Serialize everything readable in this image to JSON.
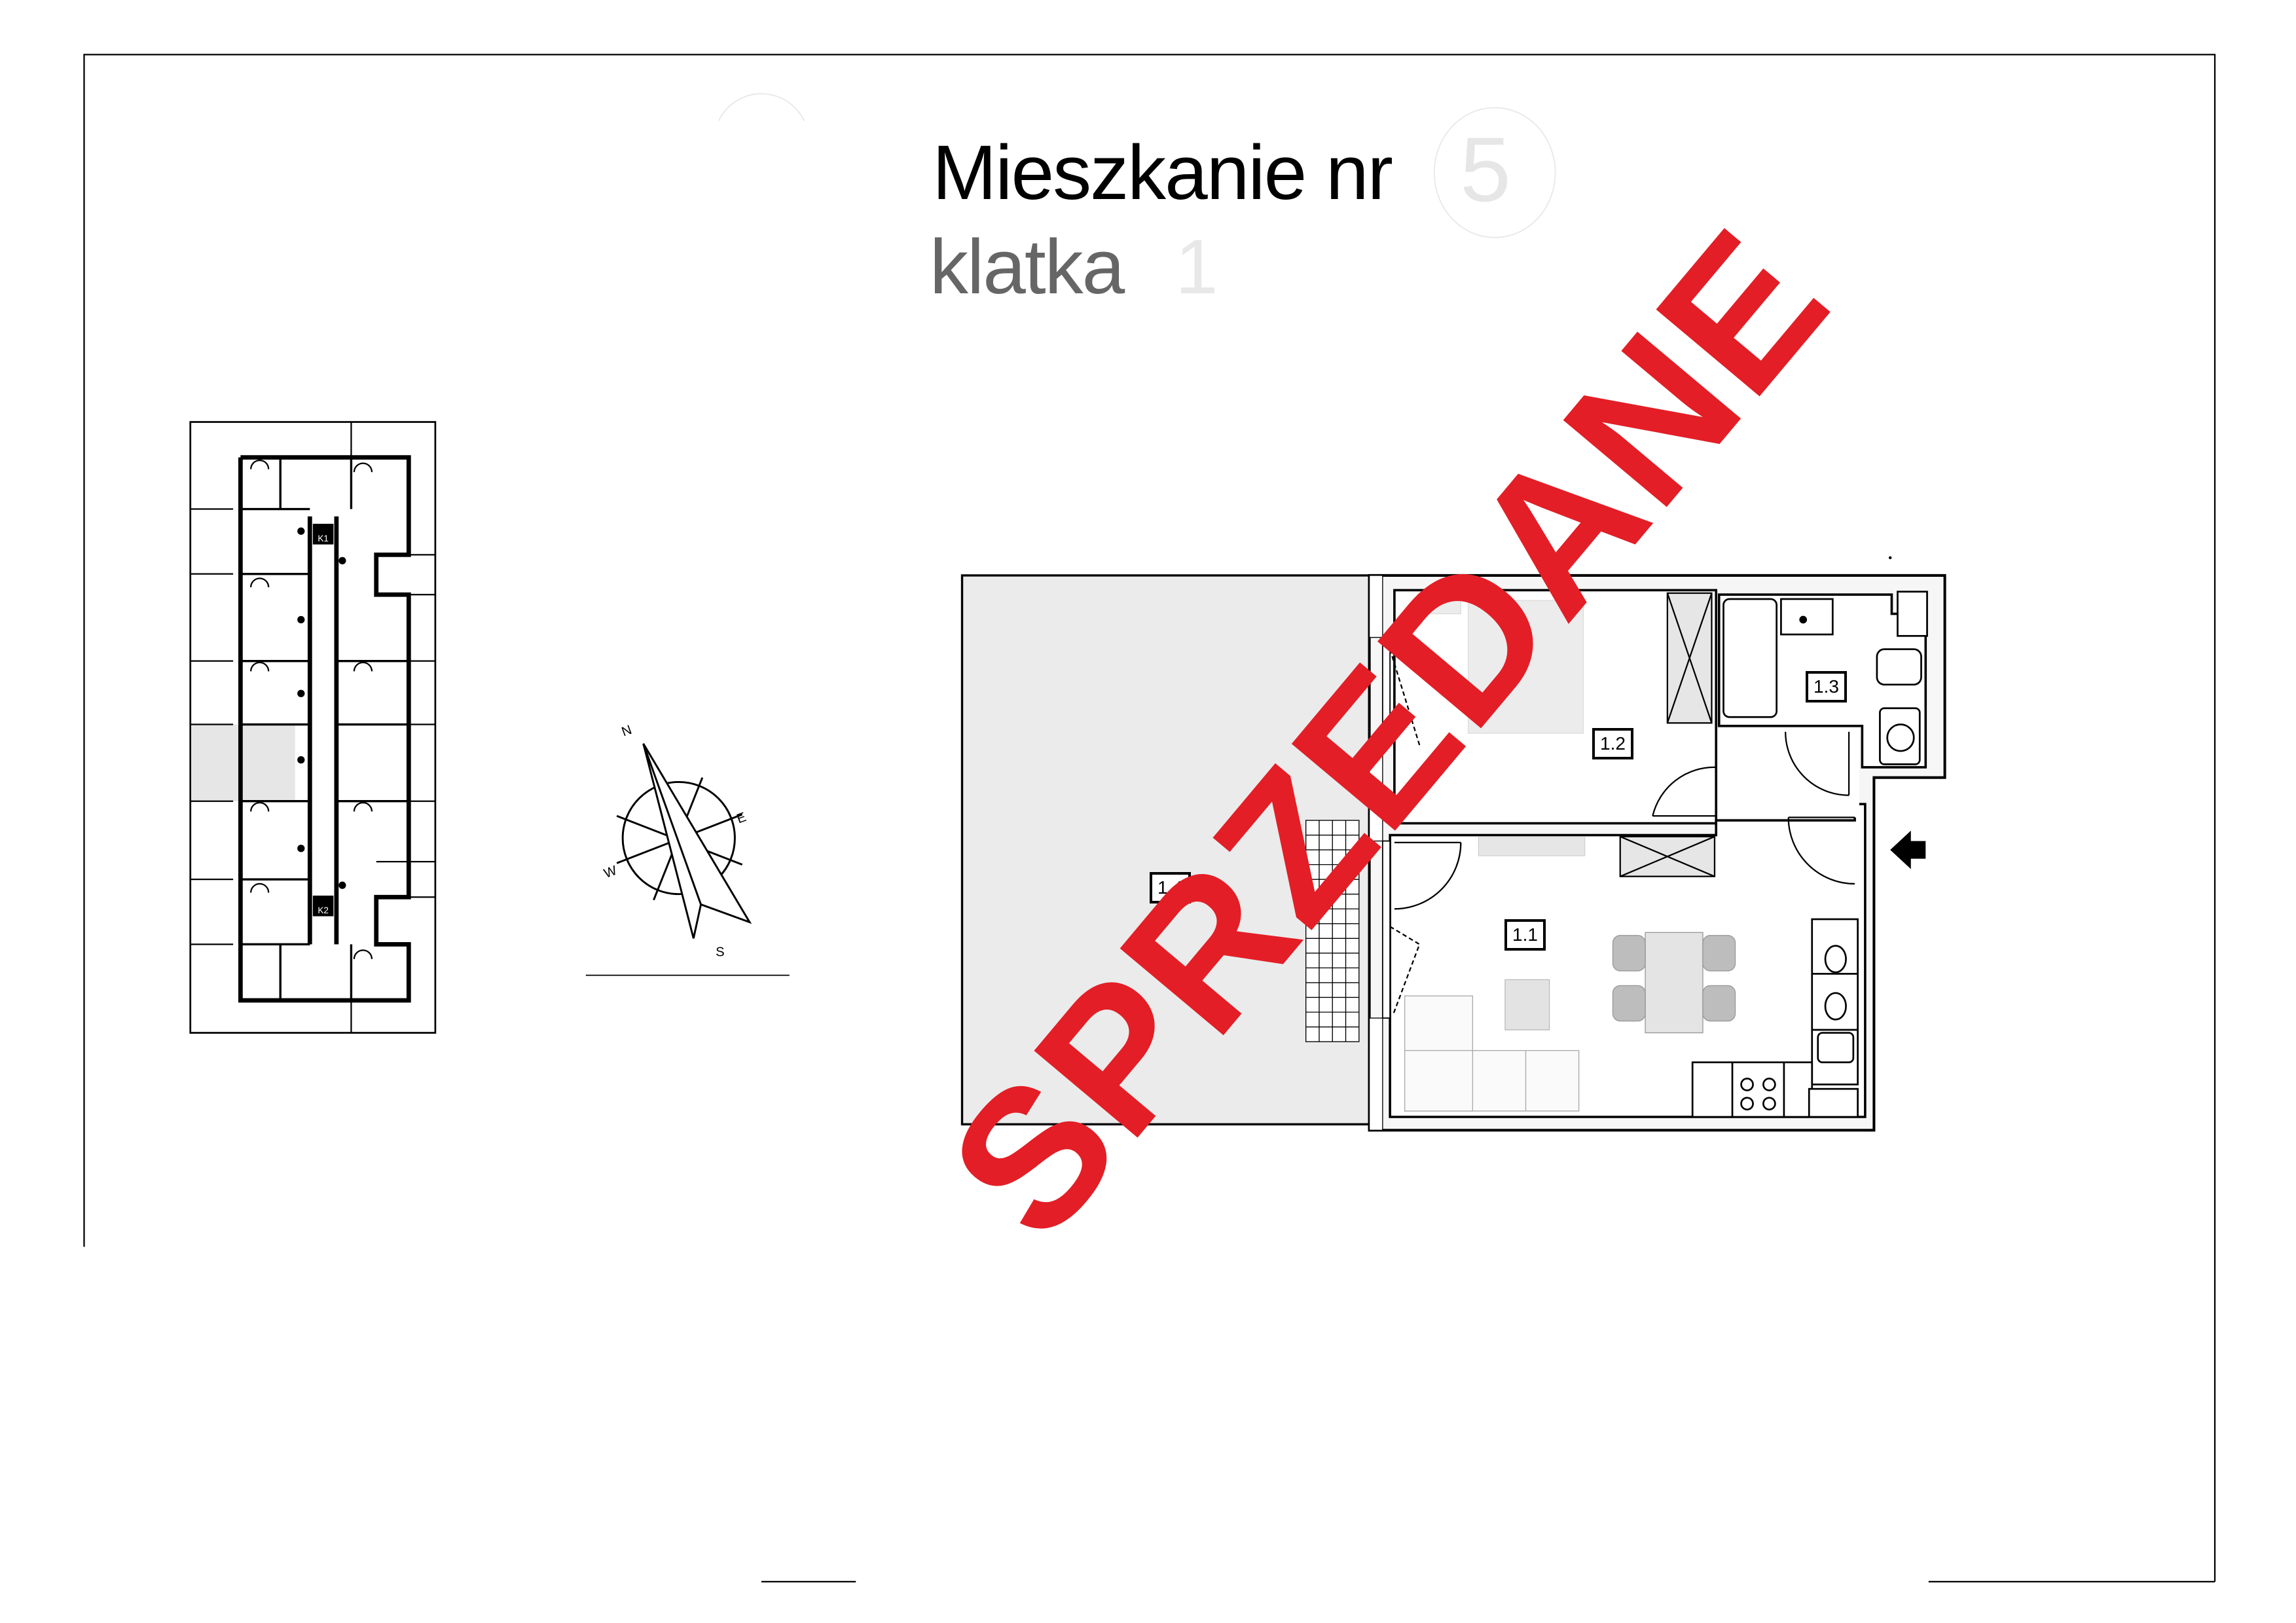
{
  "header": {
    "title": "Mieszkanie nr",
    "apartment_number": "5",
    "subtitle": "klatka",
    "staircase_number": "1"
  },
  "status_stamp": {
    "text": "SPRZEDANE",
    "color": "#e31e26"
  },
  "rooms": [
    {
      "id": "1.1",
      "label": "1.1"
    },
    {
      "id": "1.2",
      "label": "1.2"
    },
    {
      "id": "1.3",
      "label": "1.3"
    },
    {
      "id": "1.4",
      "label": "1.4"
    }
  ],
  "compass": {
    "north": "N",
    "east": "E",
    "south": "S",
    "west": "W"
  },
  "key_plan": {
    "stair_markers": [
      "K1",
      "K2"
    ]
  },
  "colors": {
    "terrace_fill": "#ebebeb",
    "wall": "#000000",
    "furniture_fill": "#e3e3e3",
    "highlight_unit": "#e6e6e6"
  }
}
